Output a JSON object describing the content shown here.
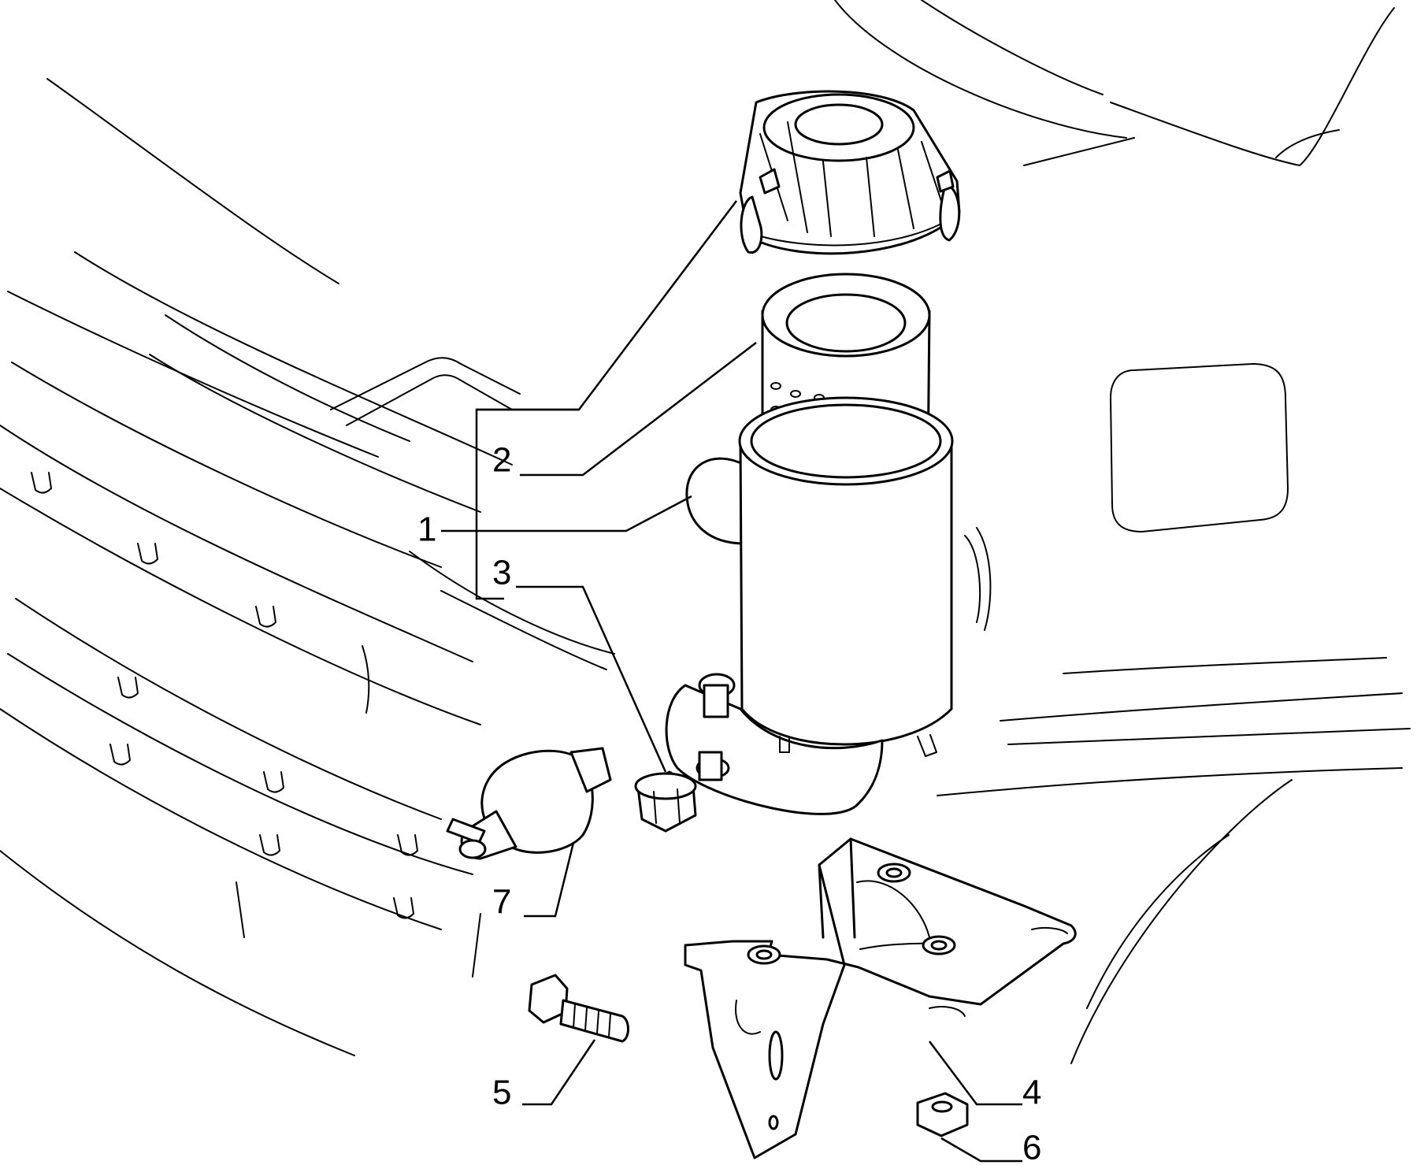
{
  "diagram": {
    "style": "exploded parts drawing, black line art on white",
    "colors": {
      "ink": "#000000",
      "background": "#ffffff"
    },
    "callouts": [
      {
        "id": "1",
        "label": "1"
      },
      {
        "id": "2",
        "label": "2"
      },
      {
        "id": "3",
        "label": "3"
      },
      {
        "id": "4",
        "label": "4"
      },
      {
        "id": "5",
        "label": "5"
      },
      {
        "id": "6",
        "label": "6"
      },
      {
        "id": "7",
        "label": "7"
      }
    ]
  }
}
